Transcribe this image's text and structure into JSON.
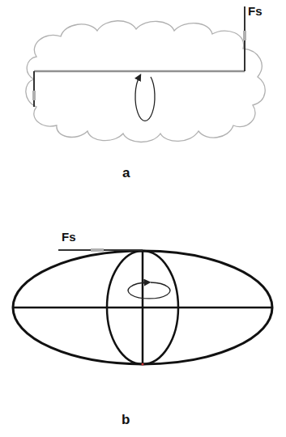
{
  "diagram": {
    "labels": [
      "Fs",
      "a",
      "Fs",
      "b"
    ]
  }
}
